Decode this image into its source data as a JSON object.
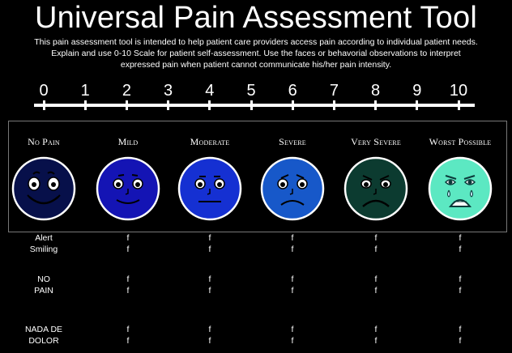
{
  "title": "Universal Pain Assessment Tool",
  "description": [
    "This pain assessment tool is intended to help patient care providers access pain according to individual patient needs.",
    "Explain and use 0-10 Scale for patient self-assessment.  Use the faces or behavorial observations to interpret",
    "expressed pain when patient cannot communicate his/her pain intensity."
  ],
  "scale": [
    "0",
    "1",
    "2",
    "3",
    "4",
    "5",
    "6",
    "7",
    "8",
    "9",
    "10"
  ],
  "levels": [
    {
      "label": "No Pain",
      "color": "#07104a"
    },
    {
      "label": "Mild",
      "color": "#1414b4"
    },
    {
      "label": "Moderate",
      "color": "#1530d2"
    },
    {
      "label": "Severe",
      "color": "#1758c9"
    },
    {
      "label": "Very Severe",
      "color": "#0c3b30"
    },
    {
      "label": "Worst Possible",
      "color": "#5ce8c2"
    }
  ],
  "rows": [
    {
      "first": [
        "Alert",
        "Smiling"
      ],
      "mark": "f"
    },
    {
      "first": [
        "NO",
        "PAIN"
      ],
      "mark": "f"
    },
    {
      "first": [
        "NADA DE",
        "DOLOR"
      ],
      "mark": "f"
    }
  ]
}
